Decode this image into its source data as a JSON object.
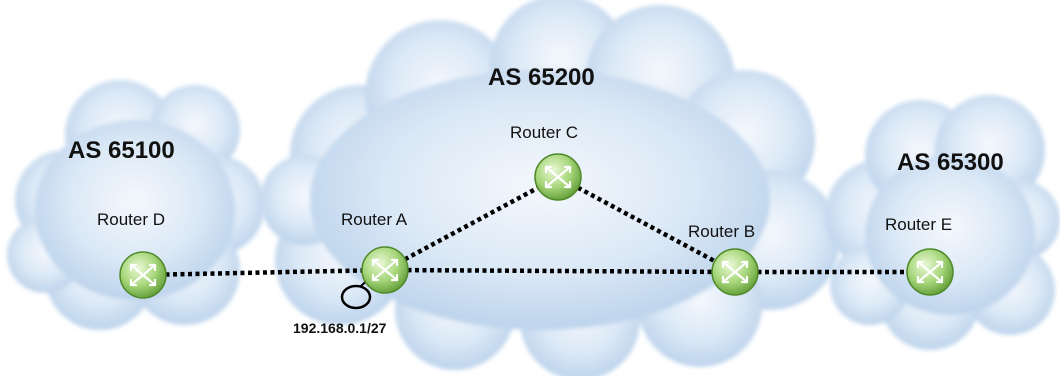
{
  "autonomous_systems": [
    {
      "id": "as65100",
      "label": "AS 65100"
    },
    {
      "id": "as65200",
      "label": "AS 65200"
    },
    {
      "id": "as65300",
      "label": "AS 65300"
    }
  ],
  "routers": [
    {
      "id": "D",
      "label": "Router D",
      "as": "as65100"
    },
    {
      "id": "A",
      "label": "Router A",
      "as": "as65200"
    },
    {
      "id": "C",
      "label": "Router C",
      "as": "as65200"
    },
    {
      "id": "B",
      "label": "Router B",
      "as": "as65200"
    },
    {
      "id": "E",
      "label": "Router E",
      "as": "as65300"
    }
  ],
  "links": [
    {
      "from": "D",
      "to": "A",
      "style": "dotted"
    },
    {
      "from": "A",
      "to": "C",
      "style": "dotted"
    },
    {
      "from": "C",
      "to": "B",
      "style": "dotted"
    },
    {
      "from": "A",
      "to": "B",
      "style": "dotted"
    },
    {
      "from": "B",
      "to": "E",
      "style": "dotted"
    }
  ],
  "loopback": {
    "router": "A",
    "label": "192.168.0.1/27"
  },
  "colors": {
    "cloud_light": "#f2f7fc",
    "cloud_dark": "#b9d1ec",
    "router_light": "#d6f0b4",
    "router_dark": "#5f9a32",
    "link": "#000000"
  }
}
